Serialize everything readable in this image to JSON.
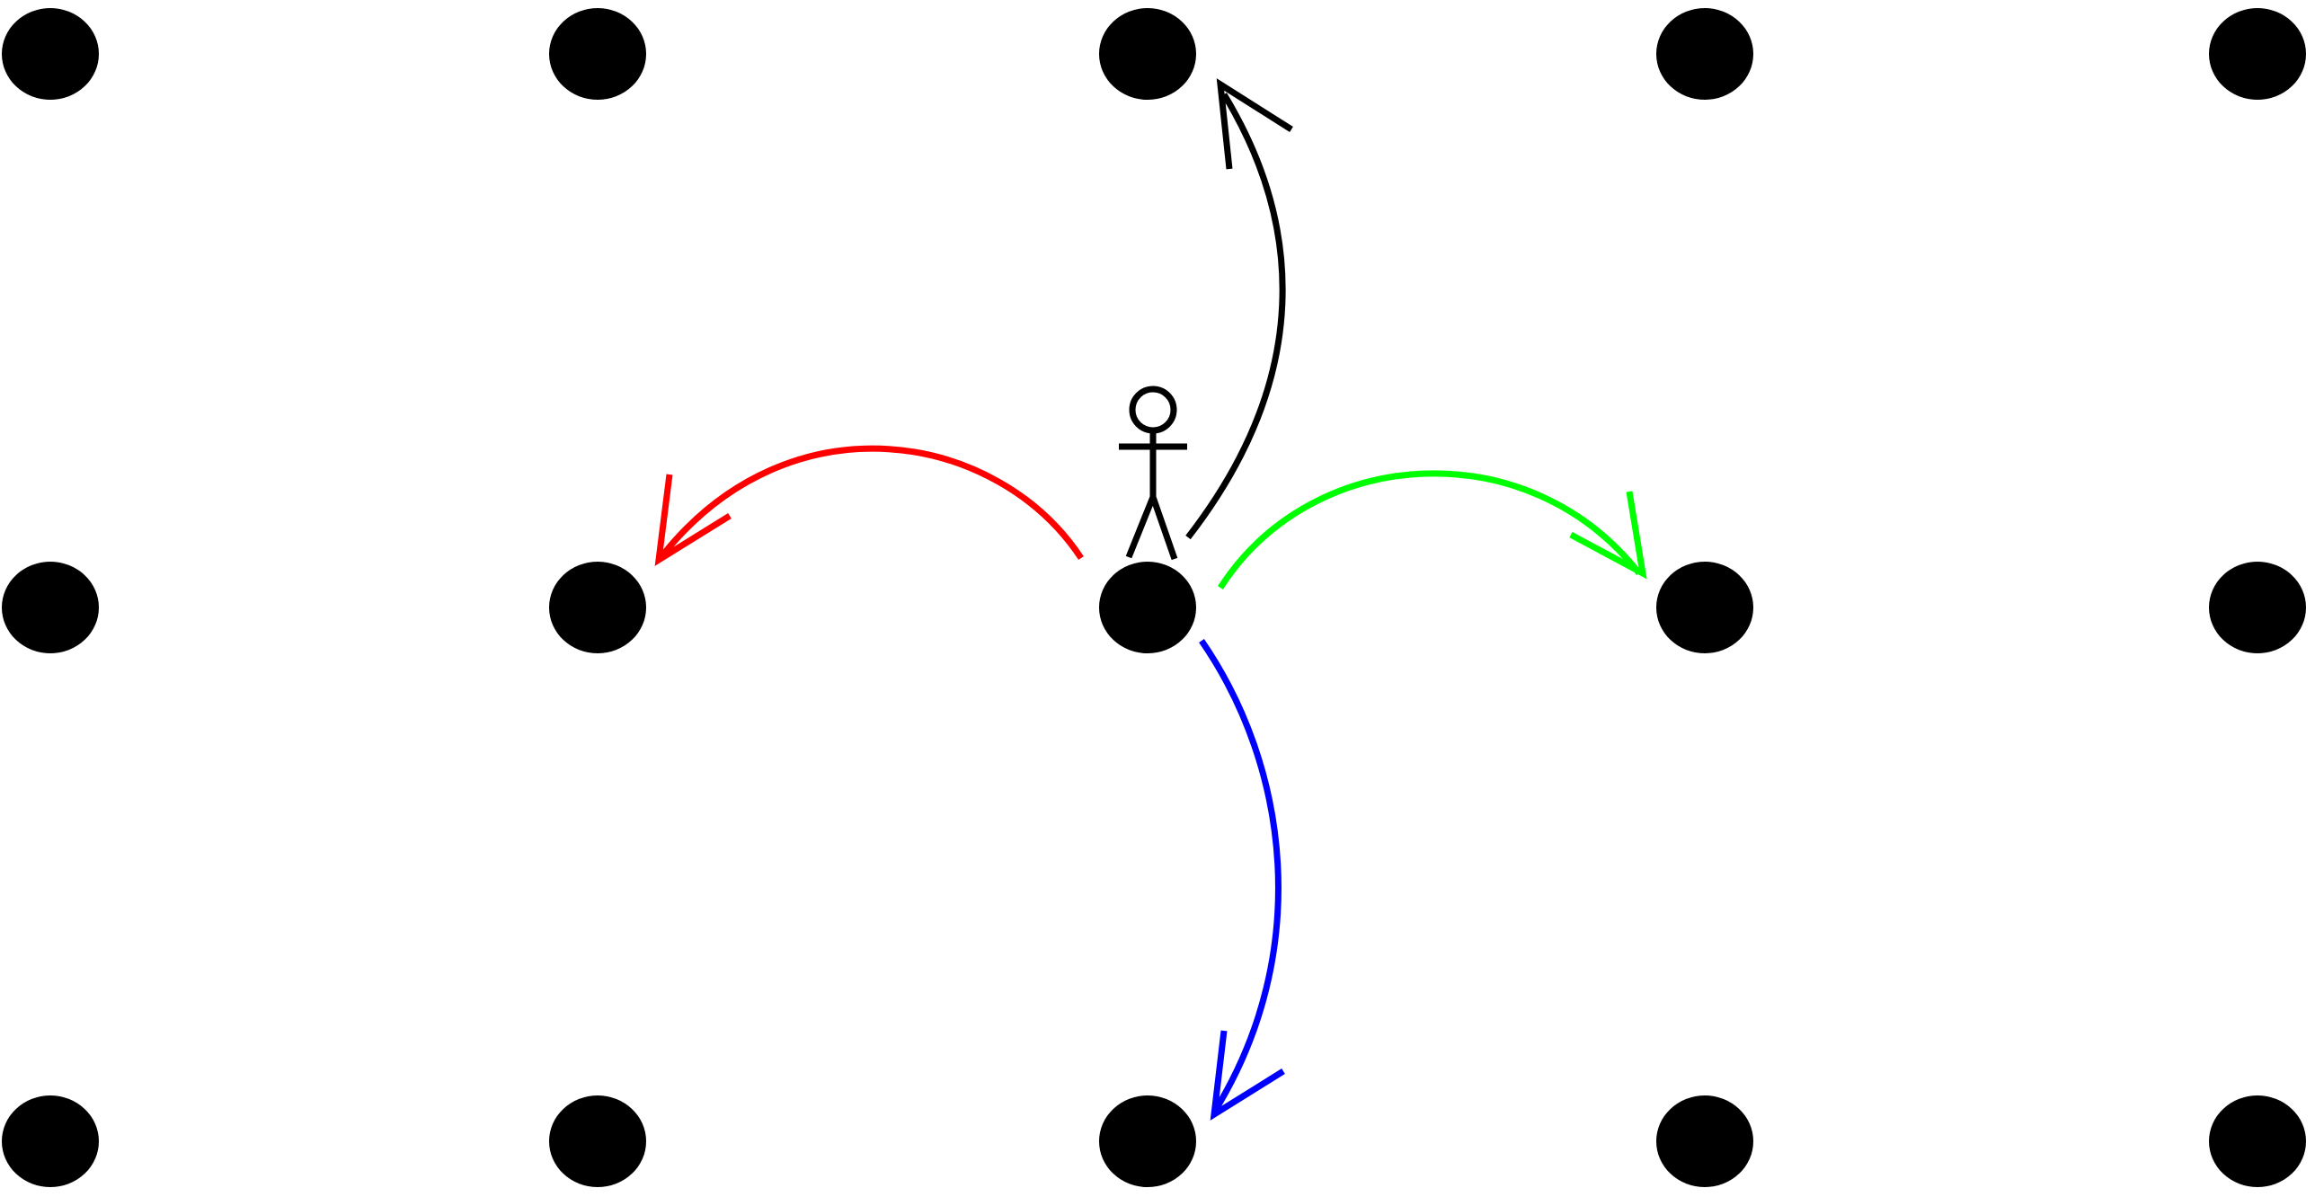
{
  "diagram": {
    "grid": {
      "rows": 3,
      "columns": 5
    },
    "agent": {
      "row": 2,
      "column": 3,
      "icon": "stick-figure-icon"
    },
    "moves": [
      {
        "direction": "up",
        "to": {
          "row": 1,
          "column": 3
        },
        "color": "#000000"
      },
      {
        "direction": "left",
        "to": {
          "row": 2,
          "column": 2
        },
        "color": "#ff0000"
      },
      {
        "direction": "right",
        "to": {
          "row": 2,
          "column": 4
        },
        "color": "#00ff00"
      },
      {
        "direction": "down",
        "to": {
          "row": 3,
          "column": 3
        },
        "color": "#0000ff"
      }
    ],
    "node_color": "#000000",
    "background": "#ffffff"
  }
}
